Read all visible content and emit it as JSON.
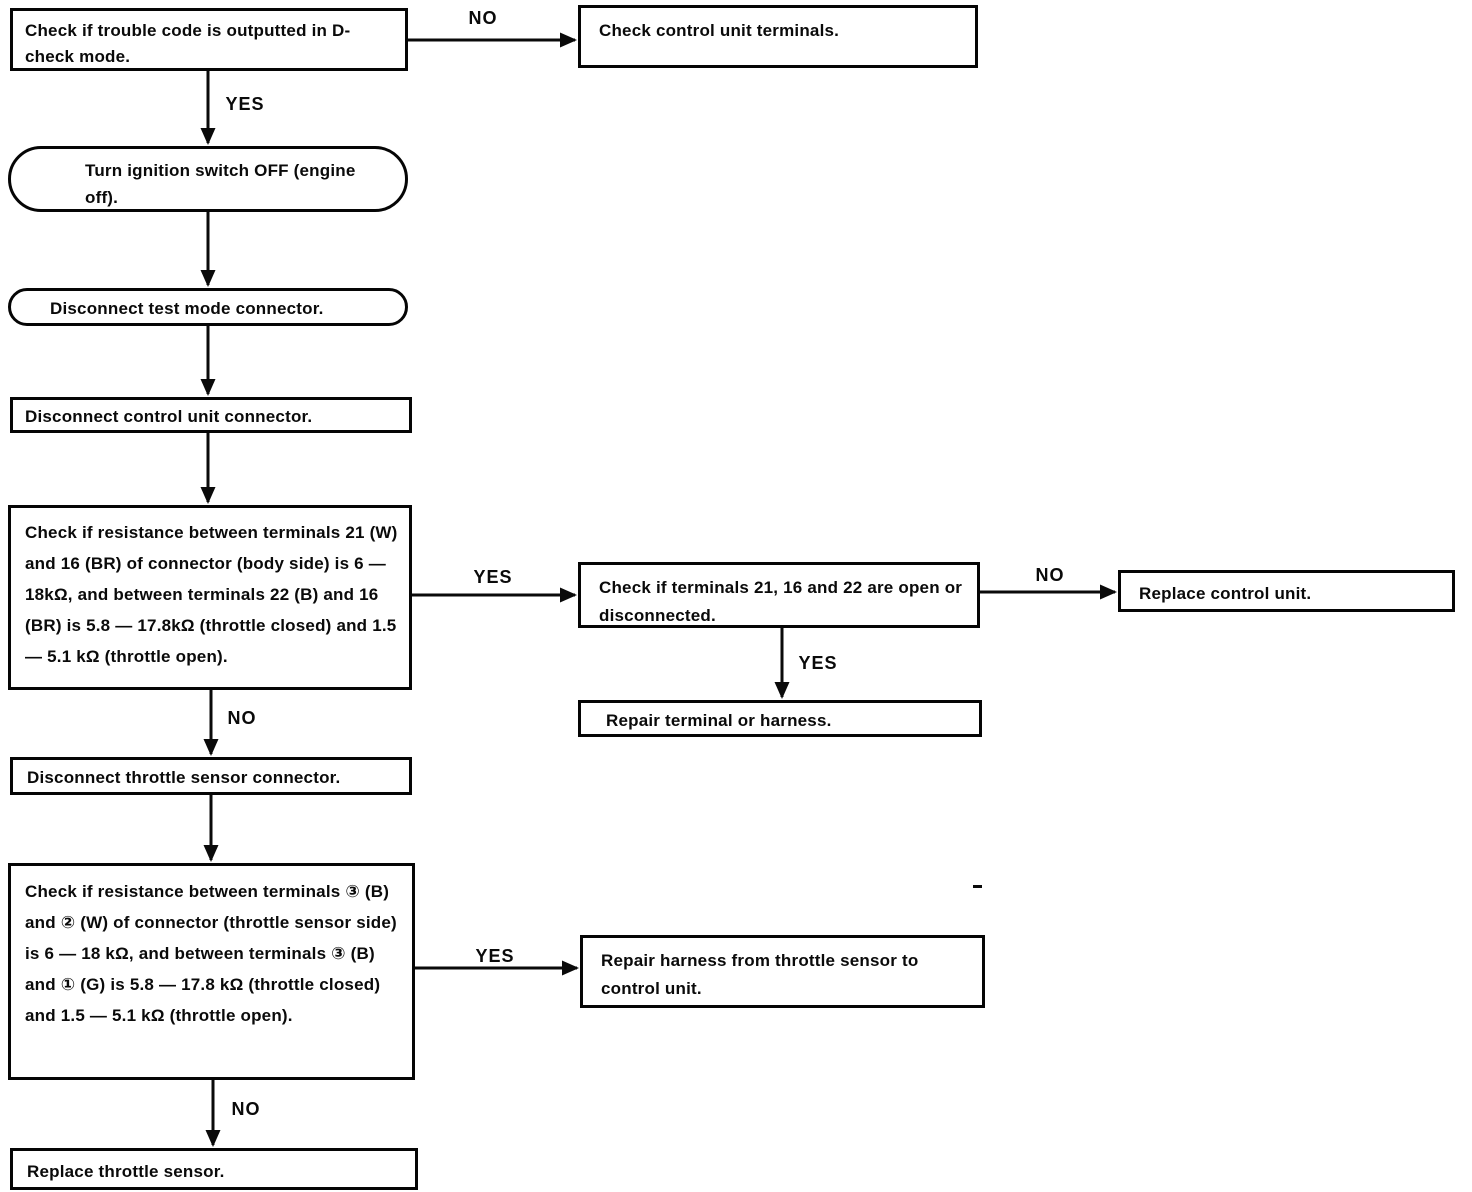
{
  "chart_title": "",
  "nodes": {
    "check_trouble_code": {
      "text": "Check if trouble code is outputted in D-check mode."
    },
    "check_control_unit_terminals": {
      "text": "Check control unit terminals."
    },
    "turn_ignition_off": {
      "text": "Turn ignition switch OFF (engine off)."
    },
    "disconnect_test_mode": {
      "text": "Disconnect test mode connector."
    },
    "disconnect_control_unit": {
      "text": "Disconnect control unit connector."
    },
    "check_resistance_body_side": {
      "text": "Check if resistance between terminals 21 (W) and 16 (BR) of connector (body side) is 6 — 18kΩ, and between terminals 22 (B) and 16 (BR) is 5.8 — 17.8kΩ (throttle closed) and 1.5 — 5.1 kΩ (throttle open)."
    },
    "check_terminals_open": {
      "text": "Check if terminals 21, 16 and 22 are open or disconnected."
    },
    "replace_control_unit": {
      "text": "Replace control unit."
    },
    "repair_terminal_harness": {
      "text": "Repair terminal or harness."
    },
    "disconnect_throttle_sensor": {
      "text": "Disconnect throttle sensor connector."
    },
    "check_resistance_sensor_side": {
      "text": "Check if resistance between terminals ③ (B) and ② (W) of connector (throttle sensor side) is 6 — 18 kΩ, and between terminals ③ (B) and ① (G) is 5.8 — 17.8 kΩ (throttle closed) and 1.5 — 5.1 kΩ (throttle open)."
    },
    "repair_harness_throttle": {
      "text": "Repair harness from throttle sensor to control unit."
    },
    "replace_throttle_sensor": {
      "text": "Replace throttle sensor."
    }
  },
  "edges": [
    {
      "from": "check_trouble_code",
      "to": "check_control_unit_terminals",
      "label": "NO"
    },
    {
      "from": "check_trouble_code",
      "to": "turn_ignition_off",
      "label": "YES"
    },
    {
      "from": "turn_ignition_off",
      "to": "disconnect_test_mode",
      "label": ""
    },
    {
      "from": "disconnect_test_mode",
      "to": "disconnect_control_unit",
      "label": ""
    },
    {
      "from": "disconnect_control_unit",
      "to": "check_resistance_body_side",
      "label": ""
    },
    {
      "from": "check_resistance_body_side",
      "to": "check_terminals_open",
      "label": "YES"
    },
    {
      "from": "check_terminals_open",
      "to": "replace_control_unit",
      "label": "NO"
    },
    {
      "from": "check_terminals_open",
      "to": "repair_terminal_harness",
      "label": "YES"
    },
    {
      "from": "check_resistance_body_side",
      "to": "disconnect_throttle_sensor",
      "label": "NO"
    },
    {
      "from": "disconnect_throttle_sensor",
      "to": "check_resistance_sensor_side",
      "label": ""
    },
    {
      "from": "check_resistance_sensor_side",
      "to": "repair_harness_throttle",
      "label": "YES"
    },
    {
      "from": "check_resistance_sensor_side",
      "to": "replace_throttle_sensor",
      "label": "NO"
    }
  ]
}
